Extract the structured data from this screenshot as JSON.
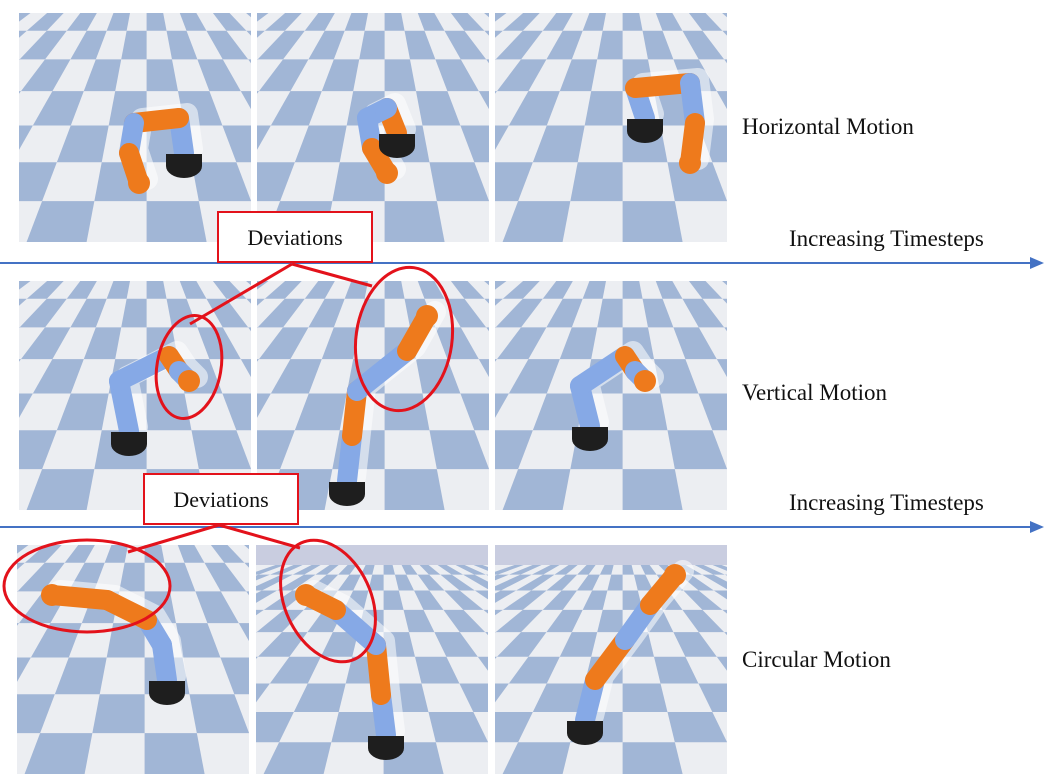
{
  "rows": [
    {
      "label": "Horizontal Motion"
    },
    {
      "label": "Vertical Motion"
    },
    {
      "label": "Circular Motion"
    }
  ],
  "timeline_label": "Increasing Timesteps",
  "deviation_label": "Deviations",
  "colors": {
    "checker_blue": "#9db2d4",
    "checker_white": "#eceef2",
    "robot_blue": "#86a9e6",
    "robot_orange": "#ee7a1c",
    "robot_base": "#1e1e1e",
    "timeline": "#4472c4",
    "highlight": "#e3121b"
  }
}
